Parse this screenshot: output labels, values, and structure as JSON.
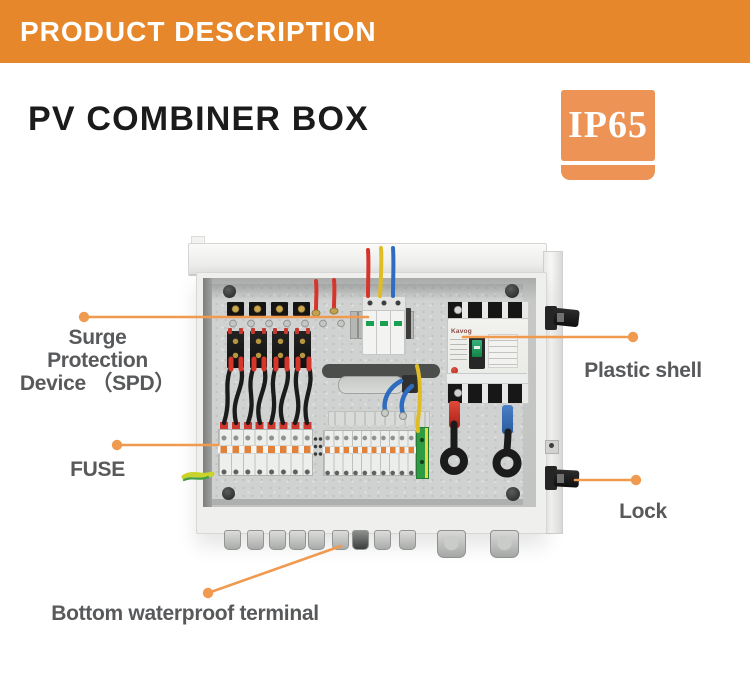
{
  "banner": {
    "title": "PRODUCT DESCRIPTION"
  },
  "header": {
    "title": "PV COMBINER BOX"
  },
  "badge": {
    "text": "IP65"
  },
  "callouts": {
    "spd": {
      "line1": "Surge",
      "line2": "Protection",
      "line3": "Device （SPD）"
    },
    "fuse": {
      "label": "FUSE"
    },
    "plastic_shell": {
      "label": "Plastic shell"
    },
    "lock": {
      "label": "Lock"
    },
    "bottom_terminal": {
      "label": "Bottom waterproof terminal"
    }
  },
  "device": {
    "breaker_brand": "Kavog"
  },
  "colors": {
    "banner_bg": "#E7872C",
    "badge_bg": "#EC9355",
    "leader": "#EF9A4F",
    "label_text": "#58595B",
    "title_text": "#1B1B1B",
    "wire_red": "#D6352C",
    "wire_yellow": "#E0BC25",
    "wire_blue": "#2E6CC0",
    "wire_black": "#1B1B1C",
    "ground_green": "#3F9F45",
    "ground_yellow": "#C9D32B"
  }
}
